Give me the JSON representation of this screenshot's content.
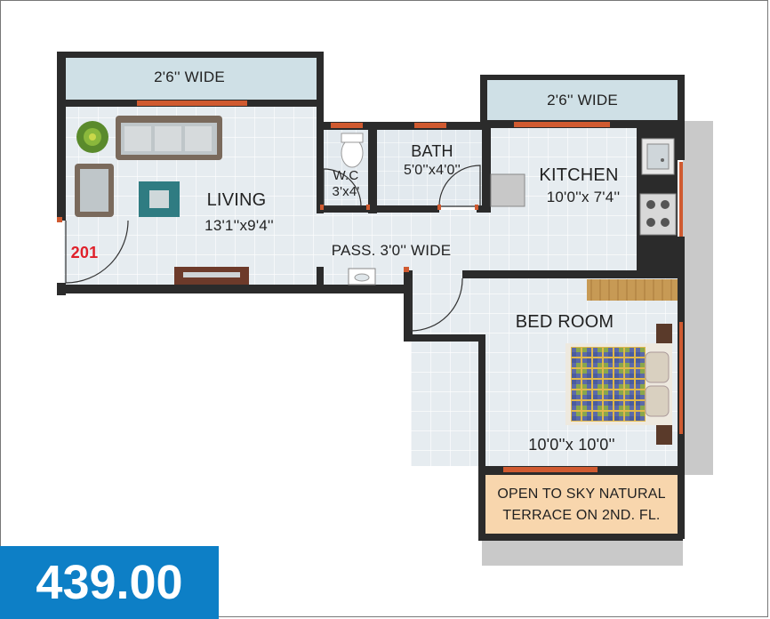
{
  "plan": {
    "balcony_living": "2'6'' WIDE",
    "balcony_kitchen": "2'6'' WIDE",
    "living_name": "LIVING",
    "living_size": "13'1''x9'4''",
    "wc_name": "W.C",
    "wc_size": "3'x4'",
    "bath_name": "BATH",
    "bath_size": "5'0''x4'0''",
    "kitchen_name": "KITCHEN",
    "kitchen_size": "10'0''x 7'4''",
    "passage": "PASS. 3'0'' WIDE",
    "bedroom_name": "BED ROOM",
    "bedroom_size": "10'0''x 10'0''",
    "terrace_line1": "OPEN TO SKY NATURAL",
    "terrace_line2": "TERRACE ON 2ND. FL.",
    "unit_number": "201"
  },
  "area": "439.00",
  "colors": {
    "wall": "#2b2b2b",
    "floor_tile": "#e6ecf0",
    "grid": "#ffffff",
    "balcony": "#cfe0e6",
    "terrace": "#f8d6ad",
    "shadow": "#c9c9c9",
    "window": "#d05a30",
    "unit_number": "#e0202a",
    "area_box": "#0d7fc6"
  }
}
